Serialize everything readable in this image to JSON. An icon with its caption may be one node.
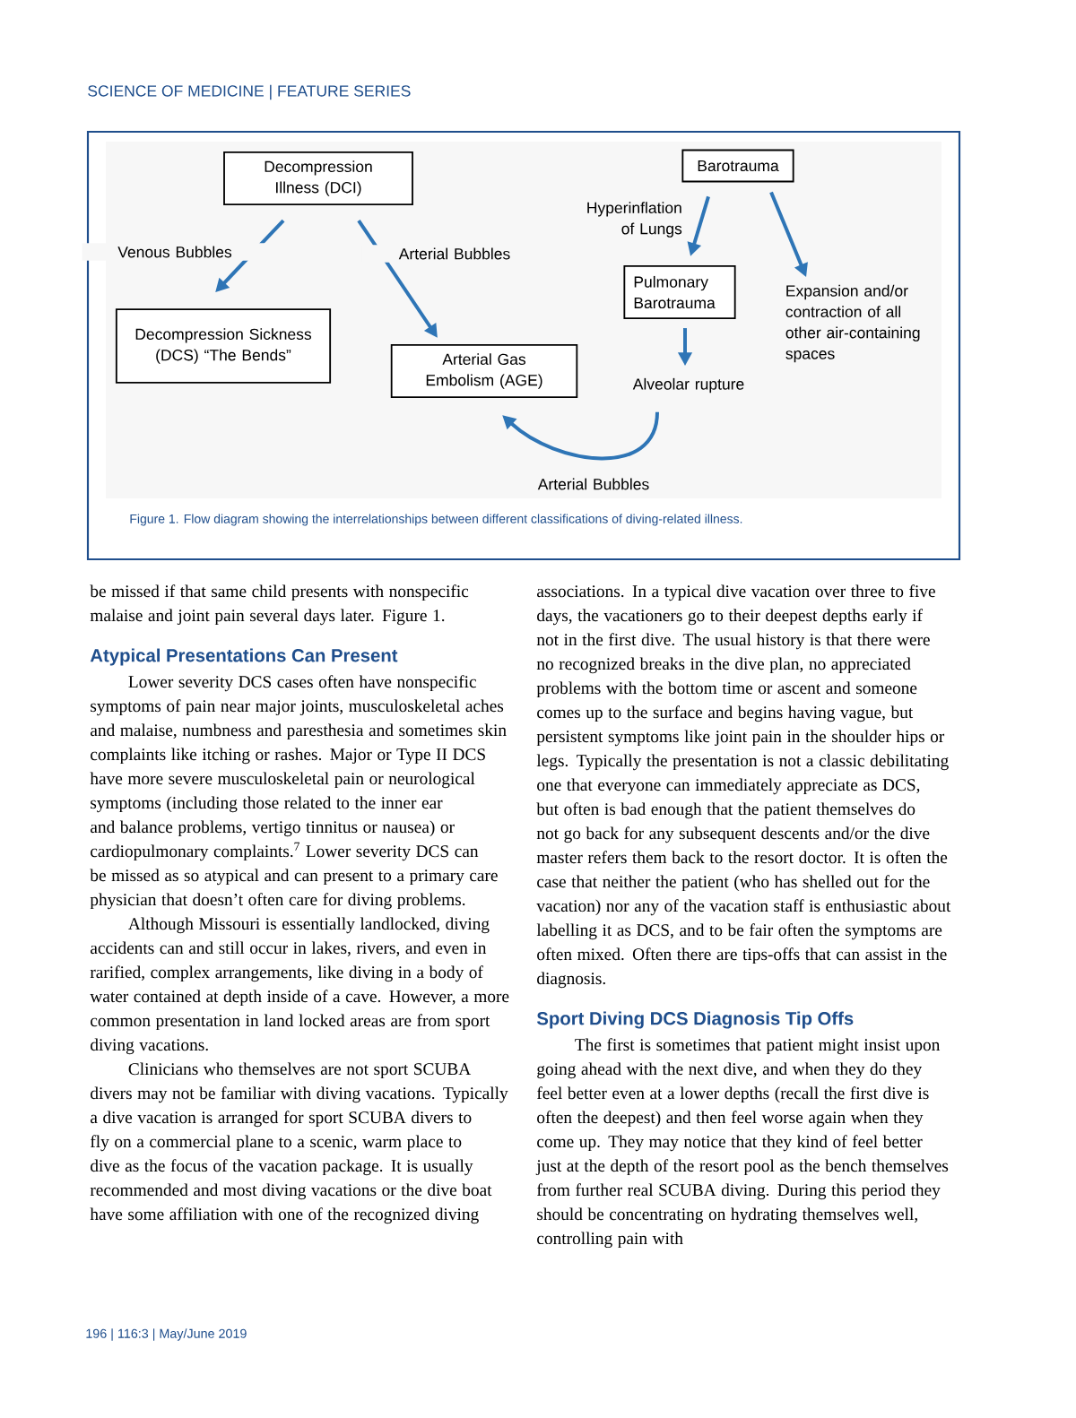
{
  "diagram": {
    "caption": "Figure 1. Flow diagram showing the interrelationships between different classifications of diving-related illness.",
    "nodes": [
      {
        "text": [
          "Decompression Illness (DCI)"
        ]
      },
      {
        "text": [
          "Decompression Sickness (DCS) “The Bends”"
        ]
      },
      {
        "text": [
          "Arterial Gas Embolism (AGE)"
        ]
      },
      {
        "text": [
          "Barotrauma"
        ]
      },
      {
        "text": [
          "Pulmonary Barotrauma"
        ]
      },
      {
        "text": [
          "Alveolar rupture"
        ]
      },
      {
        "text": [
          "Expansion and/or contraction of all other air-containing spaces"
        ]
      }
    ],
    "edges": [
      {
        "from": 0,
        "to": 1,
        "arrow": "to",
        "label": "Venous Bubbles"
      },
      {
        "from": 0,
        "to": 2,
        "arrow": "to",
        "label": "Arterial Bubbles"
      },
      {
        "from": 3,
        "to": 4,
        "arrow": "to",
        "label": "Hyperinflation of Lungs"
      },
      {
        "from": 3,
        "to": 6,
        "arrow": "to"
      },
      {
        "from": 4,
        "to": 5,
        "arrow": "to"
      },
      {
        "from": 5,
        "to": 2,
        "arrow": "to",
        "label": "Arterial Bubbles"
      }
    ],
    "labels": [
      "SCIENCE OF MEDICINE | FEATURE SERIES",
      "be missed if that same child presents with nonspecific malaise and joint pain several days later. Figure 1.",
      "Atypical Presentations Can Present",
      "Lower severity DCS cases often have nonspecific symptoms of pain near major joints, musculoskeletal aches and malaise, numbness and paresthesia and sometimes skin complaints like itching or rashes. Major or Type II DCS have more severe musculoskeletal pain or neurological symptoms (including those related to the inner ear and balance problems, vertigo tinnitus or nausea) or cardiopulmonary complaints.$^{7}$ Lower severity DCS can be missed as so atypical and can present to a primary care physician that doesn’t often care for diving problems.",
      "Although Missouri is essentially landlocked, diving accidents can and still occur in lakes, rivers, and even in rarified, complex arrangements, like diving in a body of water contained at depth inside of a cave.  However, a more common presentation in land locked areas are from sport diving vacations.",
      "Clinicians who themselves are not sport SCUBA divers may not be familiar with diving vacations.  Typically a dive vacation is arranged for sport SCUBA divers to fly on a commercial plane to a scenic, warm place to dive as the focus of the vacation package.  It is usually recommended and most diving vacations or the dive boat have some affiliation with one of the recognized diving",
      "associations.  In a typical dive vacation over three to five days, the vacationers go to their deepest depths early if not in the first dive.  The usual history is that there were no recognized breaks in the dive plan, no appreciated problems with the bottom time or ascent and someone comes up to the surface and begins having vague, but persistent symptoms like joint pain in the shoulder hips or legs.  Typically the presentation is not a classic debilitating one that everyone can immediately appreciate as DCS, but often is bad enough that the patient themselves do not go back for any subsequent descents and/or the dive master refers them back to the resort doctor.  It is often the case that neither the patient (who has shelled out for the vacation) nor any of the vacation staff is enthusiastic about labelling it as DCS, and to be fair often the symptoms are often mixed.  Often there are tips-offs that can assist in the diagnosis.",
      "Sport Diving DCS Diagnosis Tip Offs",
      "The first is sometimes that patient might insist upon going ahead with the next dive, and when they do they feel better even at a lower depths (recall the first dive is often the deepest) and then feel worse again when they come up.  They may notice that they kind of feel better just at the depth of the resort pool as the bench themselves from further real SCUBA diving. During this period they should be concentrating on hydrating themselves well, controlling pain with",
      "196 | 116:3 | May/June 2019"
    ]
  }
}
